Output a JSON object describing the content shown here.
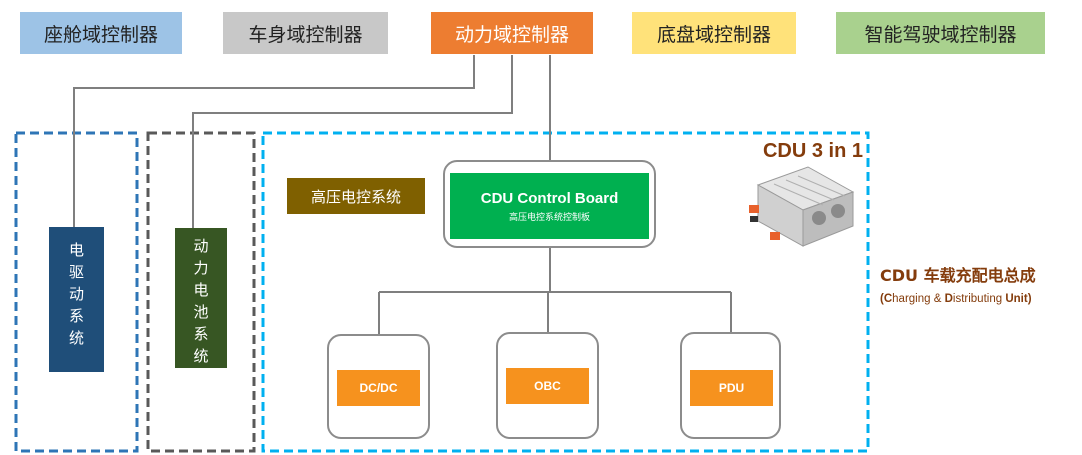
{
  "domains": [
    {
      "label": "座舱域控制器",
      "color": "#9dc3e6"
    },
    {
      "label": "车身域控制器",
      "color": "#c8c8c8"
    },
    {
      "label": "动力域控制器",
      "color": "#ed7d31"
    },
    {
      "label": "底盘域控制器",
      "color": "#ffe27a"
    },
    {
      "label": "智能驾驶域控制器",
      "color": "#a9d18e"
    }
  ],
  "systems": {
    "motor": {
      "chars": [
        "电",
        "驱",
        "动",
        "系",
        "统"
      ],
      "color": "#1f4e79"
    },
    "battery": {
      "chars": [
        "动",
        "力",
        "电",
        "池",
        "系",
        "统"
      ],
      "color": "#375623"
    }
  },
  "cdu": {
    "corner_label": "CDU 3 in 1",
    "hv_system_label": "高压电控系统",
    "control_board": {
      "title": "CDU Control Board",
      "subtitle": "高压电控系统控制板"
    },
    "modules": [
      "DC/DC",
      "OBC",
      "PDU"
    ],
    "title": "CDU 车载充配电总成",
    "subtitle_parts": [
      "(",
      "C",
      "harging & ",
      "D",
      "istributing ",
      "U",
      "nit)"
    ]
  },
  "colors": {
    "frame_blue": "#2e75b6",
    "frame_dark": "#595959",
    "frame_cyan": "#00b0f0",
    "brown": "#843c0c",
    "hv_box": "#7f6000",
    "board_green": "#00b050",
    "module_orange": "#f6921e"
  }
}
